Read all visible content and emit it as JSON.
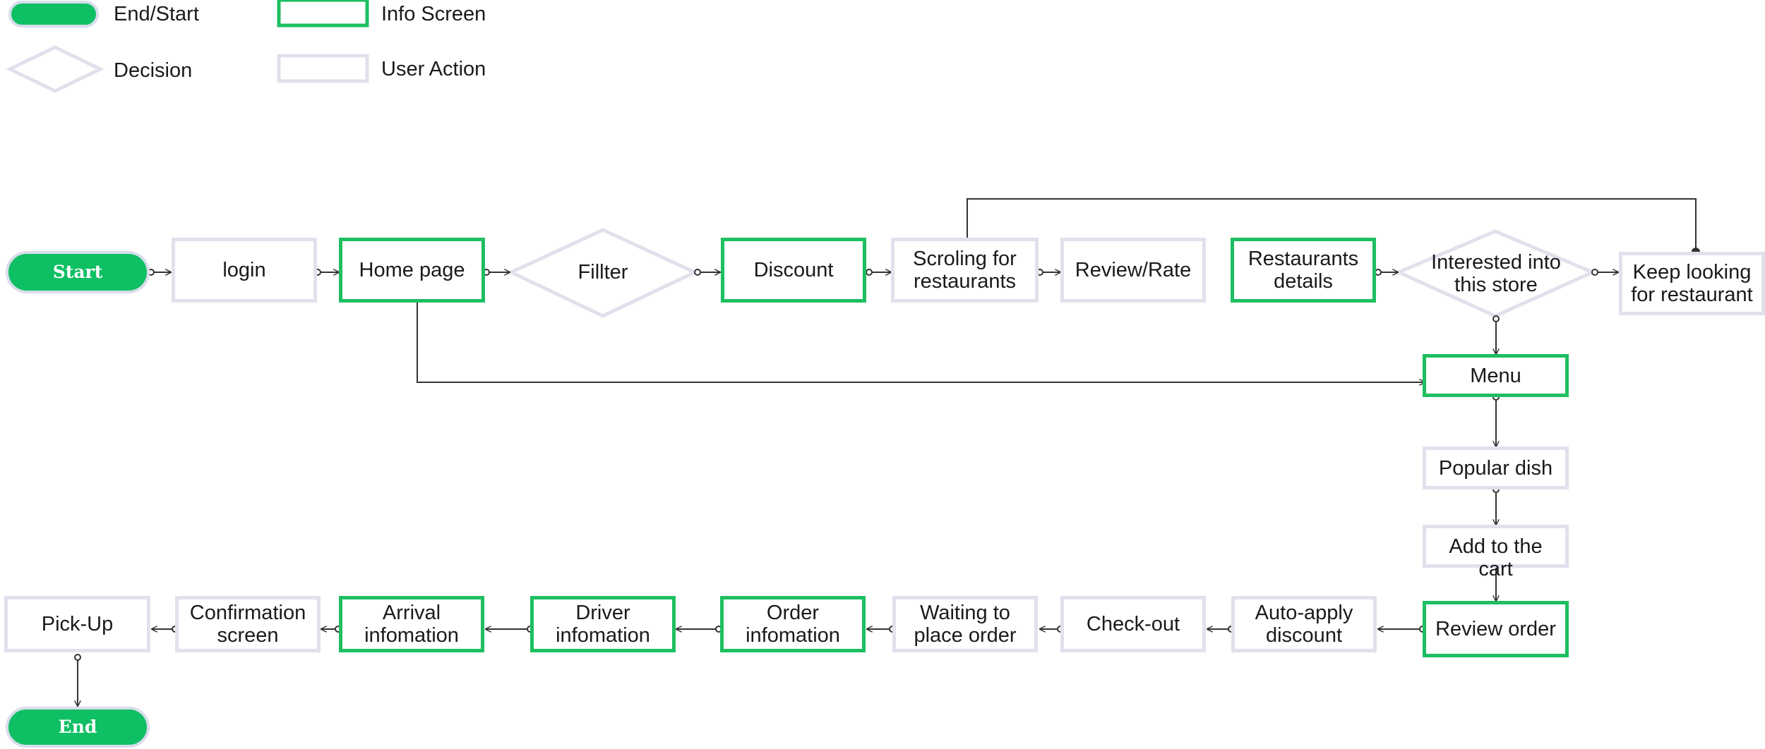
{
  "legend": {
    "end_start": "End/Start",
    "decision": "Decision",
    "info_screen": "Info Screen",
    "user_action": "User Action"
  },
  "nodes": {
    "start": "Start",
    "login": "login",
    "home_page": "Home page",
    "fillter": "Fillter",
    "discount": "Discount",
    "scrolling": "Scroling for\nrestaurants",
    "review_rate": "Review/Rate",
    "restaurants_details": "Restaurants\ndetails",
    "interested": "Interested into\nthis store",
    "keep_looking": "Keep looking\nfor restaurant",
    "menu": "Menu",
    "popular_dish": "Popular dish",
    "add_to_cart": "Add to the\ncart",
    "review_order": "Review order",
    "auto_apply": "Auto-apply\ndiscount",
    "check_out": "Check-out",
    "waiting": "Waiting to\nplace order",
    "order_info": "Order\ninfomation",
    "driver_info": "Driver\ninfomation",
    "arrival_info": "Arrival\ninfomation",
    "confirmation": "Confirmation\nscreen",
    "pick_up": "Pick-Up",
    "end": "End"
  },
  "colors": {
    "info_border": "#1dbf60",
    "action_border": "#e0e1ec",
    "terminal_fill": "#0fbf63",
    "connector": "#333333"
  }
}
